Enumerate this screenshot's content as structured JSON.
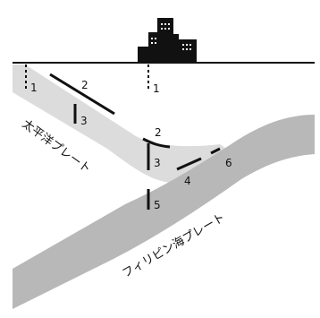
{
  "plates": {
    "pacific": {
      "label": "太平洋プレート",
      "fill": "#dcdcdc"
    },
    "philippine": {
      "label": "フィリピン海プレート",
      "fill": "#b8b8b8"
    }
  },
  "surface_color": "#111111",
  "city_icon": "city-buildings-icon",
  "markers": {
    "m1_left": "1",
    "m1_center": "1",
    "m2_upper": "2",
    "m2_lower": "2",
    "m3_upper": "3",
    "m3_lower": "3",
    "m4": "4",
    "m5": "5",
    "m6": "6"
  }
}
